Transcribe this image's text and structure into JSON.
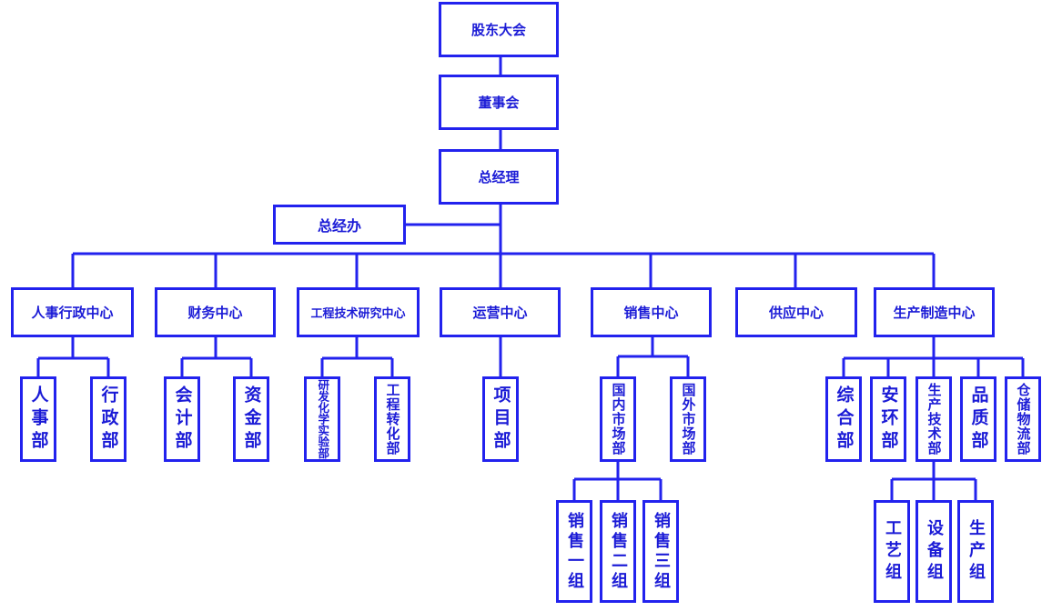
{
  "theme": {
    "line_color": "#2222ee",
    "text_color": "#1b1bd6",
    "background": "#ffffff"
  },
  "org": {
    "shareholders": "股东大会",
    "board": "董事会",
    "gm": "总经理",
    "gm_office": "总经办",
    "centers": {
      "hr_admin": {
        "label": "人事行政中心",
        "departments": [
          "人事部",
          "行政部"
        ]
      },
      "finance": {
        "label": "财务中心",
        "departments": [
          "会计部",
          "资金部"
        ]
      },
      "engineering": {
        "label": "工程技术研究中心",
        "departments": [
          "研发化学实验部",
          "工程转化部"
        ]
      },
      "operations": {
        "label": "运营中心",
        "departments": [
          "项目部"
        ]
      },
      "sales": {
        "label": "销售中心",
        "departments": [
          "国内市场部",
          "国外市场部"
        ],
        "groups": [
          "销售一组",
          "销售二组",
          "销售三组"
        ]
      },
      "supply": {
        "label": "供应中心"
      },
      "production": {
        "label": "生产制造中心",
        "departments": [
          "综合部",
          "安环部",
          "生产技术部",
          "品质部",
          "仓储物流部"
        ],
        "groups": [
          "工艺组",
          "设备组",
          "生产组"
        ]
      }
    }
  }
}
